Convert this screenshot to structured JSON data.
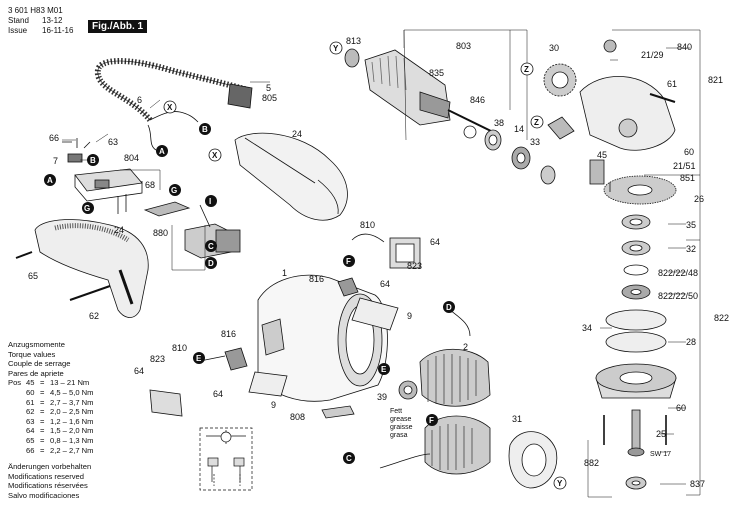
{
  "header": {
    "doc_number": "3 601 H83 M01",
    "stand_label": "Stand",
    "stand_value": "13-12",
    "issue_label": "Issue",
    "issue_value": "16-11-16",
    "figure_label": "Fig./Abb. 1"
  },
  "torque": {
    "heading_lines": [
      "Anzugsmomente",
      "Torque values",
      "Couple de serrage",
      "Pares de apriete"
    ],
    "pos_label": "Pos",
    "rows": [
      {
        "pos": "45",
        "value": "13 – 21 Nm"
      },
      {
        "pos": "60",
        "value": "4,5 – 5,0 Nm"
      },
      {
        "pos": "61",
        "value": "2,7 – 3,7 Nm"
      },
      {
        "pos": "62",
        "value": "2,0 – 2,5 Nm"
      },
      {
        "pos": "63",
        "value": "1,2 – 1,6 Nm"
      },
      {
        "pos": "64",
        "value": "1,5 – 2,0 Nm"
      },
      {
        "pos": "65",
        "value": "0,8 – 1,3 Nm"
      },
      {
        "pos": "66",
        "value": "2,2 – 2,7 Nm"
      }
    ]
  },
  "footer": {
    "lines": [
      "Änderungen vorbehalten",
      "Modifications reserved",
      "Modifications réservées",
      "Salvo modificaciones"
    ]
  },
  "grease_note": [
    "Fett",
    "grease",
    "graisse",
    "grasa"
  ],
  "sw_label": "SW 17",
  "bracket_numbers": {
    "b803": "803",
    "b804": "804",
    "b880": "880",
    "b821": "821",
    "b822": "822",
    "b882": "882",
    "b840": "840",
    "b851": "851"
  },
  "labels": {
    "l1": "1",
    "l2": "2",
    "l5": "5",
    "l6": "6",
    "l7": "7",
    "l9a": "9",
    "l9b": "9",
    "l14": "14",
    "l24a": "24",
    "l24b": "24",
    "l25": "25",
    "l26": "26",
    "l28": "28",
    "l30": "30",
    "l31": "31",
    "l32": "32",
    "l33": "33",
    "l34": "34",
    "l35": "35",
    "l38": "38",
    "l39": "39",
    "l45": "45",
    "l60a": "60",
    "l60b": "60",
    "l61": "61",
    "l62": "62",
    "l63": "63",
    "l64a": "64",
    "l64b": "64",
    "l64c": "64",
    "l64d": "64",
    "l65": "65",
    "l66": "66",
    "l68": "68",
    "l805": "805",
    "l808": "808",
    "l810a": "810",
    "l810b": "810",
    "l813": "813",
    "l816a": "816",
    "l816b": "816",
    "l823a": "823",
    "l823b": "823",
    "l835": "835",
    "l837": "837",
    "l846": "846",
    "l2129": "21/29",
    "l2151": "21/51",
    "l822_22_48": "822/22/48",
    "l822_22_50": "822/22/50"
  },
  "markers": {
    "A": "A",
    "B": "B",
    "C": "C",
    "D": "D",
    "E": "E",
    "F": "F",
    "G": "G",
    "I": "I",
    "X": "X",
    "Y": "Y",
    "Z": "Z"
  }
}
